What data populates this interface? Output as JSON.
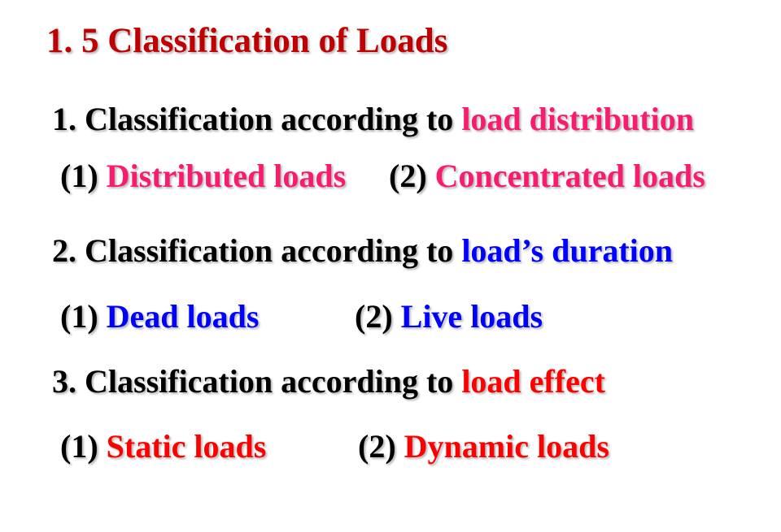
{
  "slide": {
    "background_color": "#FFFFFF",
    "text_color": "#000000",
    "title": {
      "text": "1. 5 Classification of Loads",
      "color": "#C00000"
    },
    "sections": [
      {
        "heading_prefix": "1. Classification according to ",
        "heading_highlight": "load distribution",
        "highlight_color": "#F91B6E",
        "items": [
          {
            "number": "(1)",
            "label": "Distributed loads"
          },
          {
            "number": "(2)",
            "label": "Concentrated loads"
          }
        ]
      },
      {
        "heading_prefix": "2. Classification according to ",
        "heading_highlight": "load’s duration",
        "highlight_color": "#0000FF",
        "items": [
          {
            "number": "(1)",
            "label": "Dead loads"
          },
          {
            "number": "(2)",
            "label": "Live loads"
          }
        ]
      },
      {
        "heading_prefix": "3. Classification according to ",
        "heading_highlight": "load effect",
        "highlight_color": "#FF0000",
        "items": [
          {
            "number": "(1)",
            "label": "Static loads"
          },
          {
            "number": "(2)",
            "label": "Dynamic loads"
          }
        ]
      }
    ]
  }
}
